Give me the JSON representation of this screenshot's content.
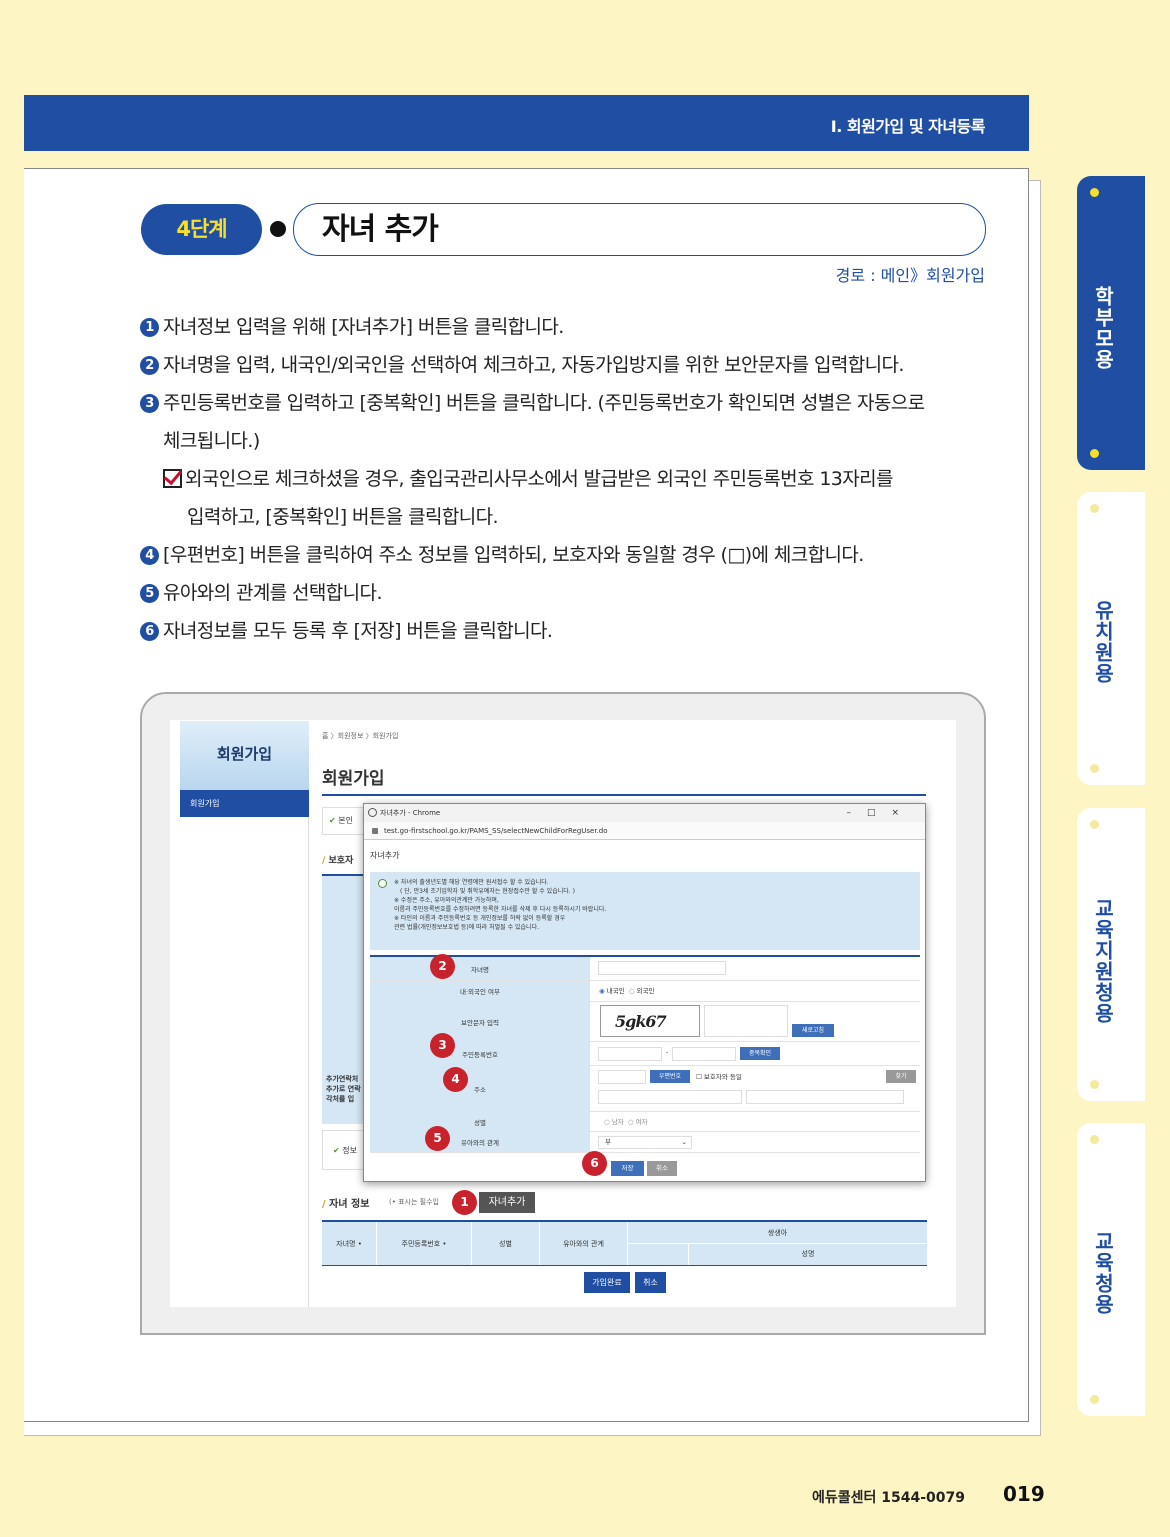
{
  "header": {
    "section_title": "Ⅰ. 회원가입 및 자녀등록"
  },
  "side_tabs": [
    {
      "label": "학부모용"
    },
    {
      "label": "유치원용"
    },
    {
      "label": "교육지원청용"
    },
    {
      "label": "교육청용"
    }
  ],
  "step": {
    "badge": "4단계",
    "title": "자녀 추가",
    "route": "경로 : 메인》회원가입"
  },
  "instructions": [
    {
      "num": "1",
      "text": "자녀정보 입력을 위해 [자녀추가] 버튼을 클릭합니다."
    },
    {
      "num": "2",
      "text": "자녀명을 입력, 내국인/외국인을 선택하여 체크하고, 자동가입방지를 위한 보안문자를 입력합니다."
    },
    {
      "num": "3",
      "text": "주민등록번호를 입력하고 [중복확인] 버튼을 클릭합니다. (주민등록번호가 확인되면 성별은 자동으로",
      "cont": "체크됩니다.)"
    },
    {
      "check": "외국인으로 체크하셨을 경우, 출입국관리사무소에서 발급받은 외국인 주민등록번호 13자리를",
      "cont": "입력하고, [중복확인] 버튼을 클릭합니다."
    },
    {
      "num": "4",
      "text": "[우편번호] 버튼을 클릭하여 주소 정보를 입력하되, 보호자와 동일할 경우 (□)에 체크합니다."
    },
    {
      "num": "5",
      "text": "유아와의 관계를 선택합니다."
    },
    {
      "num": "6",
      "text": "자녀정보를 모두 등록 후 [저장] 버튼을 클릭합니다."
    }
  ],
  "screenshot": {
    "left_title": "회원가입",
    "left_item": "회원가입",
    "breadcrumb": "홈 〉회원정보 〉회원가입",
    "page_title": "회원가입",
    "agree_label": "본인",
    "guardian_title": "보호자",
    "guardian_note": "추가연락처 추가로 연락 각처를 입",
    "info_label": "정보",
    "child_title": "자녀 정보",
    "child_note": "(• 표시는 필수입",
    "add_child_btn": "자녀추가",
    "child_table": {
      "name": "자녀명 •",
      "rrn": "주민등록번호 •",
      "gender": "성별",
      "relation": "유아와의 관계",
      "twin": "쌍생아",
      "twin_name": "성명"
    },
    "join_btn": "가입완료",
    "cancel_btn": "취소",
    "popup": {
      "window_title": "자녀추가 - Chrome",
      "window_controls": "–□×",
      "url": "test.go-firstschool.go.kr/PAMS_SS/selectNewChildForRegUser.do",
      "heading": "자녀추가",
      "notice": [
        "※ 자녀의 출생년도별 해당 연령에만 원서접수 할 수 있습니다.",
        "( 단, 만3세 조기입학자 및 취학유예자는 현장접수만 할 수 있습니다. )",
        "※ 수정은 주소, 유아와의관계만 가능하며,",
        "이름과 주민등록번호를 수정하려면 등록한 자녀를 삭제 후 다시 등록하시기 바랍니다.",
        "※ 타인의 이름과 주민등록번호 등 개인정보를 허락 없이 등록할 경우",
        "관련 법률(개인정보보호법 등)에 따라 처벌될 수 있습니다."
      ],
      "fields": {
        "name": "자녀명",
        "nationality": "내·외국인 여부",
        "domestic": "내국인",
        "foreign": "외국인",
        "captcha_label": "보안문자 입력",
        "captcha_text": "5gk67",
        "refresh_btn": "새로고침",
        "rrn": "주민등록번호",
        "rrn_dash": "-",
        "dup_btn": "중복확인",
        "address": "주소",
        "zip_btn": "우편번호",
        "same_as_guardian": "보호자와 동일",
        "find_btn": "찾기",
        "gender": "성별",
        "male": "남자",
        "female": "여자",
        "relation": "유아와의 관계",
        "relation_value": "부"
      },
      "save_btn": "저장",
      "cancel_btn": "취소"
    },
    "markers": [
      "1",
      "2",
      "3",
      "4",
      "5",
      "6"
    ]
  },
  "footer": {
    "center": "에듀콜센터  1544-0079",
    "page": "019"
  },
  "colors": {
    "primary": "#1f4ea3",
    "accent_yellow": "#f7e02a",
    "background": "#fdf6c4",
    "marker_red": "#c8232c"
  }
}
